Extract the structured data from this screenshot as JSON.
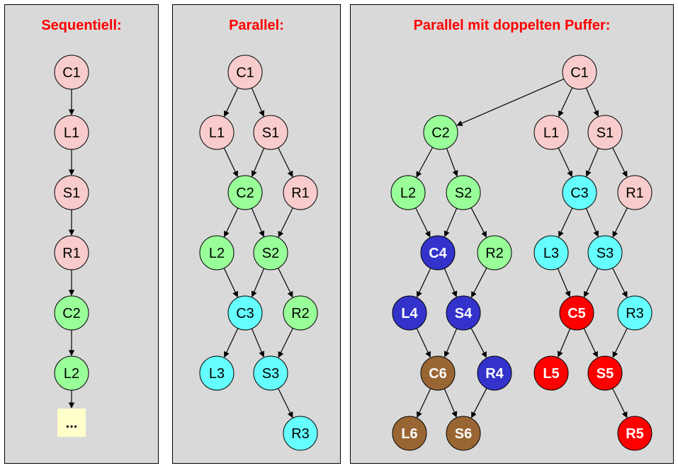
{
  "panels": [
    {
      "title": "Sequentiell:"
    },
    {
      "title": "Parallel:"
    },
    {
      "title": "Parallel mit doppelten Puffer:"
    }
  ],
  "colors": {
    "pink": "#f8cccc",
    "green": "#99ff99",
    "cyan": "#66ffff",
    "blue": "#3333cc",
    "red": "#ff0000",
    "brown": "#996633",
    "yellow": "#ffffcc",
    "title_red": "#ff0000"
  },
  "diagram": {
    "nodes": [
      {
        "id": "p1-C1",
        "label": "C1",
        "color": "pink"
      },
      {
        "id": "p1-L1",
        "label": "L1",
        "color": "pink"
      },
      {
        "id": "p1-S1",
        "label": "S1",
        "color": "pink"
      },
      {
        "id": "p1-R1",
        "label": "R1",
        "color": "pink"
      },
      {
        "id": "p1-C2",
        "label": "C2",
        "color": "green"
      },
      {
        "id": "p1-L2",
        "label": "L2",
        "color": "green"
      },
      {
        "id": "p1-dots",
        "label": "...",
        "color": "yellow",
        "shape": "box"
      },
      {
        "id": "p2-C1",
        "label": "C1",
        "color": "pink"
      },
      {
        "id": "p2-L1",
        "label": "L1",
        "color": "pink"
      },
      {
        "id": "p2-S1",
        "label": "S1",
        "color": "pink"
      },
      {
        "id": "p2-C2",
        "label": "C2",
        "color": "green"
      },
      {
        "id": "p2-R1",
        "label": "R1",
        "color": "pink"
      },
      {
        "id": "p2-L2",
        "label": "L2",
        "color": "green"
      },
      {
        "id": "p2-S2",
        "label": "S2",
        "color": "green"
      },
      {
        "id": "p2-C3",
        "label": "C3",
        "color": "cyan"
      },
      {
        "id": "p2-R2",
        "label": "R2",
        "color": "green"
      },
      {
        "id": "p2-L3",
        "label": "L3",
        "color": "cyan"
      },
      {
        "id": "p2-S3",
        "label": "S3",
        "color": "cyan"
      },
      {
        "id": "p2-R3",
        "label": "R3",
        "color": "cyan"
      },
      {
        "id": "p3-C1",
        "label": "C1",
        "color": "pink"
      },
      {
        "id": "p3-C2",
        "label": "C2",
        "color": "green"
      },
      {
        "id": "p3-L1",
        "label": "L1",
        "color": "pink"
      },
      {
        "id": "p3-S1",
        "label": "S1",
        "color": "pink"
      },
      {
        "id": "p3-L2",
        "label": "L2",
        "color": "green"
      },
      {
        "id": "p3-S2",
        "label": "S2",
        "color": "green"
      },
      {
        "id": "p3-C3",
        "label": "C3",
        "color": "cyan"
      },
      {
        "id": "p3-R1",
        "label": "R1",
        "color": "pink"
      },
      {
        "id": "p3-C4",
        "label": "C4",
        "color": "blue",
        "bold": true
      },
      {
        "id": "p3-R2",
        "label": "R2",
        "color": "green"
      },
      {
        "id": "p3-L3",
        "label": "L3",
        "color": "cyan"
      },
      {
        "id": "p3-S3",
        "label": "S3",
        "color": "cyan"
      },
      {
        "id": "p3-L4",
        "label": "L4",
        "color": "blue",
        "bold": true
      },
      {
        "id": "p3-S4",
        "label": "S4",
        "color": "blue",
        "bold": true
      },
      {
        "id": "p3-C5",
        "label": "C5",
        "color": "red",
        "bold": true
      },
      {
        "id": "p3-R3",
        "label": "R3",
        "color": "cyan"
      },
      {
        "id": "p3-C6",
        "label": "C6",
        "color": "brown",
        "bold": true
      },
      {
        "id": "p3-R4",
        "label": "R4",
        "color": "blue",
        "bold": true
      },
      {
        "id": "p3-L5",
        "label": "L5",
        "color": "red",
        "bold": true
      },
      {
        "id": "p3-S5",
        "label": "S5",
        "color": "red",
        "bold": true
      },
      {
        "id": "p3-L6",
        "label": "L6",
        "color": "brown",
        "bold": true
      },
      {
        "id": "p3-S6",
        "label": "S6",
        "color": "brown",
        "bold": true
      },
      {
        "id": "p3-R5",
        "label": "R5",
        "color": "red",
        "bold": true
      }
    ],
    "edges": [
      [
        "p1-C1",
        "p1-L1"
      ],
      [
        "p1-L1",
        "p1-S1"
      ],
      [
        "p1-S1",
        "p1-R1"
      ],
      [
        "p1-R1",
        "p1-C2"
      ],
      [
        "p1-C2",
        "p1-L2"
      ],
      [
        "p1-L2",
        "p1-dots"
      ],
      [
        "p2-C1",
        "p2-L1"
      ],
      [
        "p2-C1",
        "p2-S1"
      ],
      [
        "p2-L1",
        "p2-C2"
      ],
      [
        "p2-S1",
        "p2-C2"
      ],
      [
        "p2-S1",
        "p2-R1"
      ],
      [
        "p2-C2",
        "p2-L2"
      ],
      [
        "p2-C2",
        "p2-S2"
      ],
      [
        "p2-R1",
        "p2-S2"
      ],
      [
        "p2-L2",
        "p2-C3"
      ],
      [
        "p2-S2",
        "p2-C3"
      ],
      [
        "p2-S2",
        "p2-R2"
      ],
      [
        "p2-C3",
        "p2-L3"
      ],
      [
        "p2-C3",
        "p2-S3"
      ],
      [
        "p2-R2",
        "p2-S3"
      ],
      [
        "p2-S3",
        "p2-R3"
      ],
      [
        "p3-C1",
        "p3-C2"
      ],
      [
        "p3-C1",
        "p3-L1"
      ],
      [
        "p3-C1",
        "p3-S1"
      ],
      [
        "p3-C2",
        "p3-L2"
      ],
      [
        "p3-C2",
        "p3-S2"
      ],
      [
        "p3-L1",
        "p3-C3"
      ],
      [
        "p3-S1",
        "p3-C3"
      ],
      [
        "p3-S1",
        "p3-R1"
      ],
      [
        "p3-L2",
        "p3-C4"
      ],
      [
        "p3-S2",
        "p3-C4"
      ],
      [
        "p3-S2",
        "p3-R2"
      ],
      [
        "p3-C3",
        "p3-L3"
      ],
      [
        "p3-C3",
        "p3-S3"
      ],
      [
        "p3-R1",
        "p3-S3"
      ],
      [
        "p3-C4",
        "p3-L4"
      ],
      [
        "p3-C4",
        "p3-S4"
      ],
      [
        "p3-R2",
        "p3-S4"
      ],
      [
        "p3-L3",
        "p3-C5"
      ],
      [
        "p3-S3",
        "p3-C5"
      ],
      [
        "p3-S3",
        "p3-R3"
      ],
      [
        "p3-L4",
        "p3-C6"
      ],
      [
        "p3-S4",
        "p3-C6"
      ],
      [
        "p3-S4",
        "p3-R4"
      ],
      [
        "p3-C5",
        "p3-L5"
      ],
      [
        "p3-C5",
        "p3-S5"
      ],
      [
        "p3-R3",
        "p3-S5"
      ],
      [
        "p3-C6",
        "p3-L6"
      ],
      [
        "p3-C6",
        "p3-S6"
      ],
      [
        "p3-R4",
        "p3-S6"
      ],
      [
        "p3-S5",
        "p3-R5"
      ]
    ]
  }
}
